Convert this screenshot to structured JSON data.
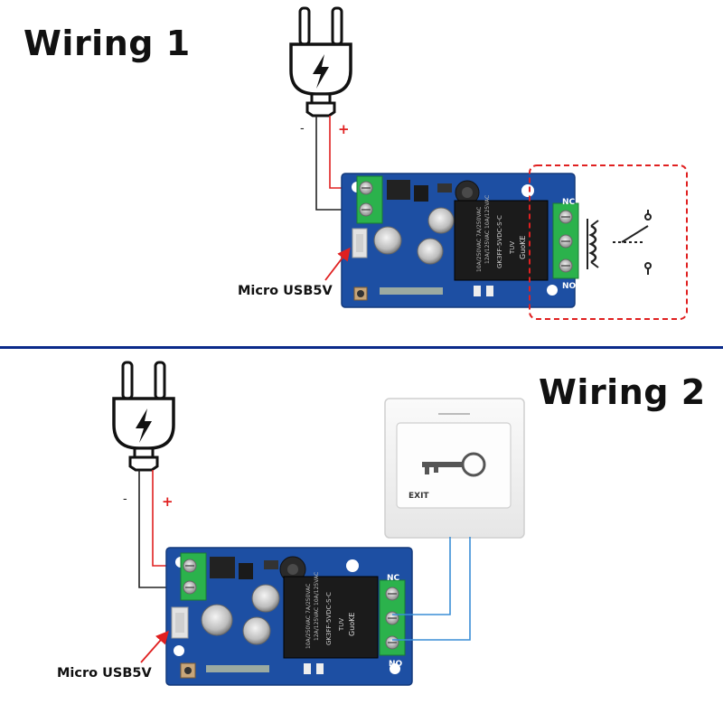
{
  "sections": [
    {
      "title": "Wiring 1",
      "power": {
        "minus_label": "-",
        "plus_label": "+"
      },
      "usb_label": "Micro USB5V",
      "relay_terminals": {
        "nc": "NC",
        "no": "NO"
      },
      "relay_body_text": [
        "10A/250VAC 7A/250VAC",
        "12A/125VAC 10A/125VAC",
        "GK3FF-5VDC-S-C",
        "TUV",
        "GuoKE"
      ]
    },
    {
      "title": "Wiring 2",
      "power": {
        "minus_label": "-",
        "plus_label": "+"
      },
      "usb_label": "Micro USB5V",
      "relay_terminals": {
        "nc": "NC",
        "no": "NO"
      },
      "relay_body_text": [
        "10A/250VAC 7A/250VAC",
        "12A/125VAC 10A/125VAC",
        "GK3FF-5VDC-S-C",
        "TUV",
        "GuoKE"
      ],
      "exit_button_label": "EXIT"
    }
  ],
  "colors": {
    "pcb": "#1d4fa3",
    "terminal": "#2bb24c",
    "relay": "#1b1b1b",
    "plus_wire": "#e02020",
    "minus_wire": "#222222",
    "contact_box": "#e02020",
    "switch_wire": "#3a8ed6",
    "divider": "#0a2a8a"
  },
  "icons": [
    "power-plug-icon",
    "lightning-icon",
    "relay-coil-icon",
    "switch-contact-icon",
    "key-icon"
  ]
}
